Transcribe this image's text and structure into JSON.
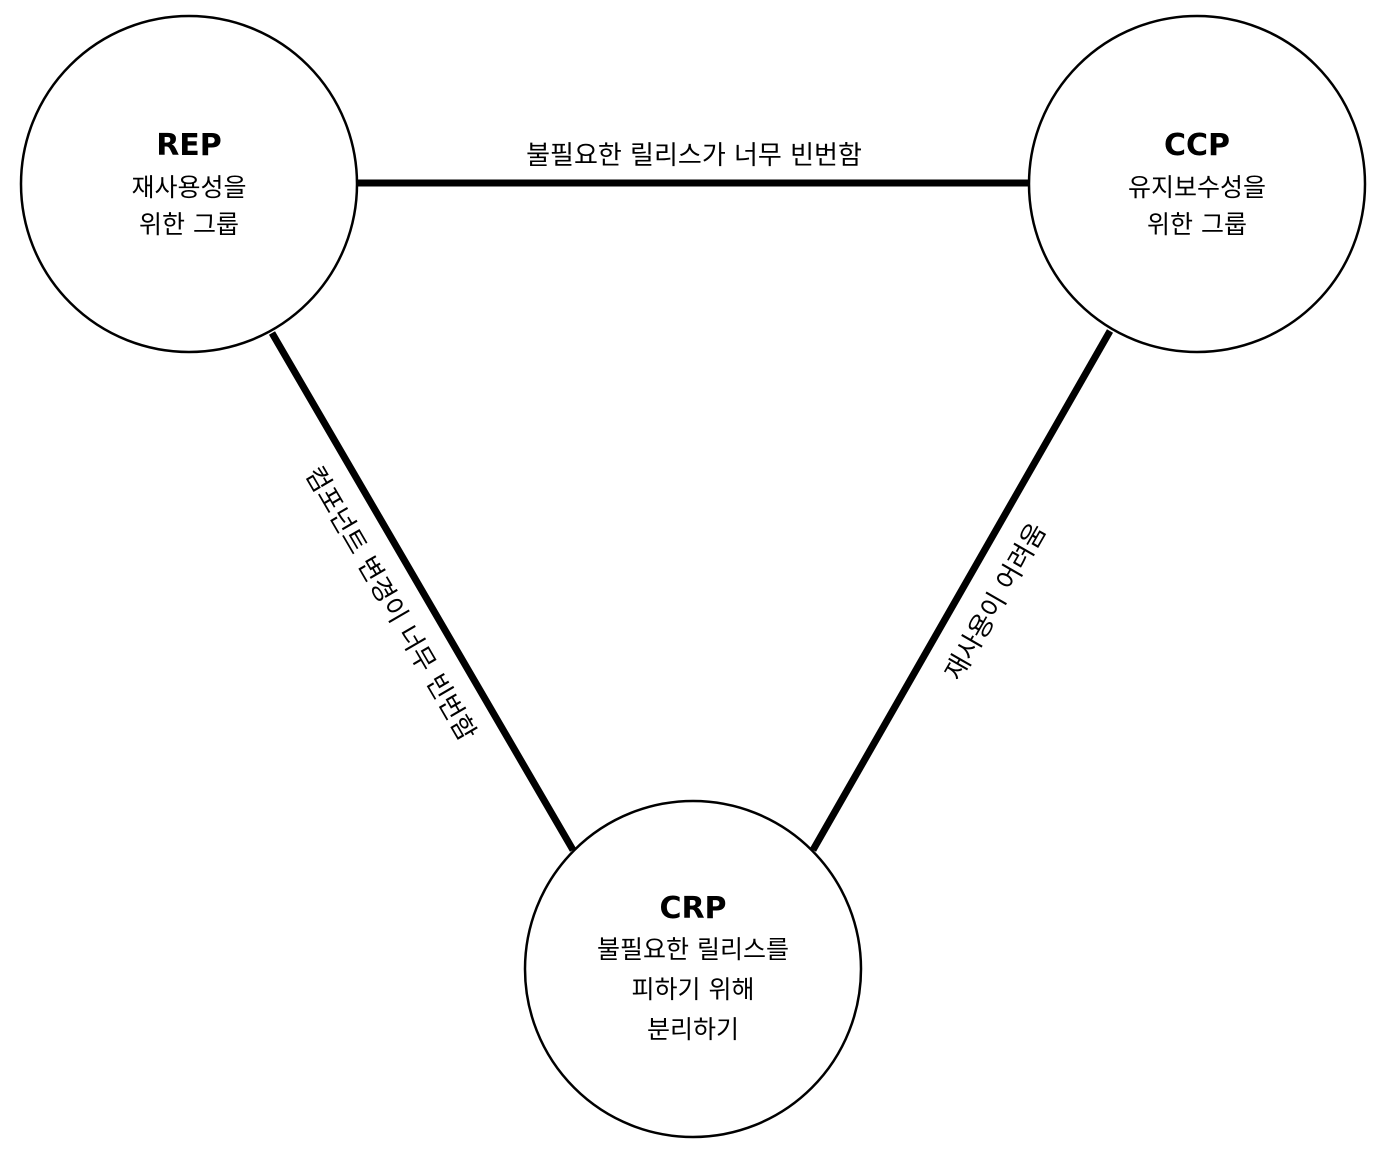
{
  "diagram": {
    "line_color": "#000000",
    "circle_fill": "#ffffff",
    "nodes": {
      "rep": {
        "title": "REP",
        "line1": "재사용성을",
        "line2": "위한 그룹"
      },
      "ccp": {
        "title": "CCP",
        "line1": "유지보수성을",
        "line2": "위한 그룹"
      },
      "crp": {
        "title": "CRP",
        "line1": "불필요한 릴리스를",
        "line2": "피하기 위해",
        "line3": "분리하기"
      }
    },
    "edges": {
      "rep_ccp": "불필요한 릴리스가 너무 빈번함",
      "rep_crp": "컴포넌트 변경이 너무 빈번함",
      "ccp_crp": "재사용이 어려움"
    }
  }
}
